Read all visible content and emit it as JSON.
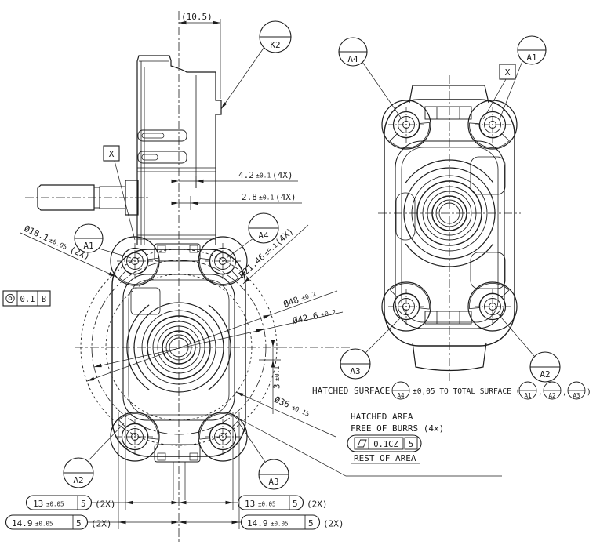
{
  "colors": {
    "line": "#1c1c1c",
    "background": "#ffffff"
  },
  "dims": {
    "top_offset": "(10.5)",
    "pitch_a": {
      "value": "4.2",
      "tol": "±0.1",
      "count": "(4X)"
    },
    "pitch_b": {
      "value": "2.8",
      "tol": "±0.1",
      "count": "(4X)"
    },
    "boss_dia": {
      "value": "Ø18.1",
      "tol": "±0.05",
      "count": "(2X)"
    },
    "corner_r": {
      "value": "R21.46",
      "tol": "±0.1",
      "count": "(4X)"
    },
    "dia_48": {
      "value": "Ø48",
      "tol": "±0.2"
    },
    "dia_42_6": {
      "value": "Ø42.6",
      "tol": "±0.2"
    },
    "depth_3": {
      "value": "3",
      "tol": "±0.1"
    },
    "dia_36": {
      "value": "Ø36",
      "tol": "±0.15"
    },
    "width_13": {
      "value": "13",
      "tol": "±0.05",
      "grade": "5",
      "count": "(2X)"
    },
    "width_14_9": {
      "value": "14.9",
      "tol": "±0.05",
      "grade": "5",
      "count": "(2X)"
    }
  },
  "balloons": {
    "k2": "K2",
    "a1": "A1",
    "a2": "A2",
    "a3": "A3",
    "a4": "A4"
  },
  "datums": {
    "x_label": "X",
    "concentricity": {
      "tolerance": "0.1",
      "datum": "B"
    },
    "flatness": {
      "tolerance": "0.1CZ",
      "zone": "5"
    }
  },
  "notes": {
    "surface_prefix": "HATCHED SURFACE",
    "surface_mid": "±0,05 TO TOTAL SURFACE (",
    "separator": ",",
    "close_paren": ")",
    "hatched_area": "HATCHED AREA",
    "free_of_burrs": "FREE OF BURRS (4x)",
    "rest_of_area": "REST OF AREA"
  }
}
